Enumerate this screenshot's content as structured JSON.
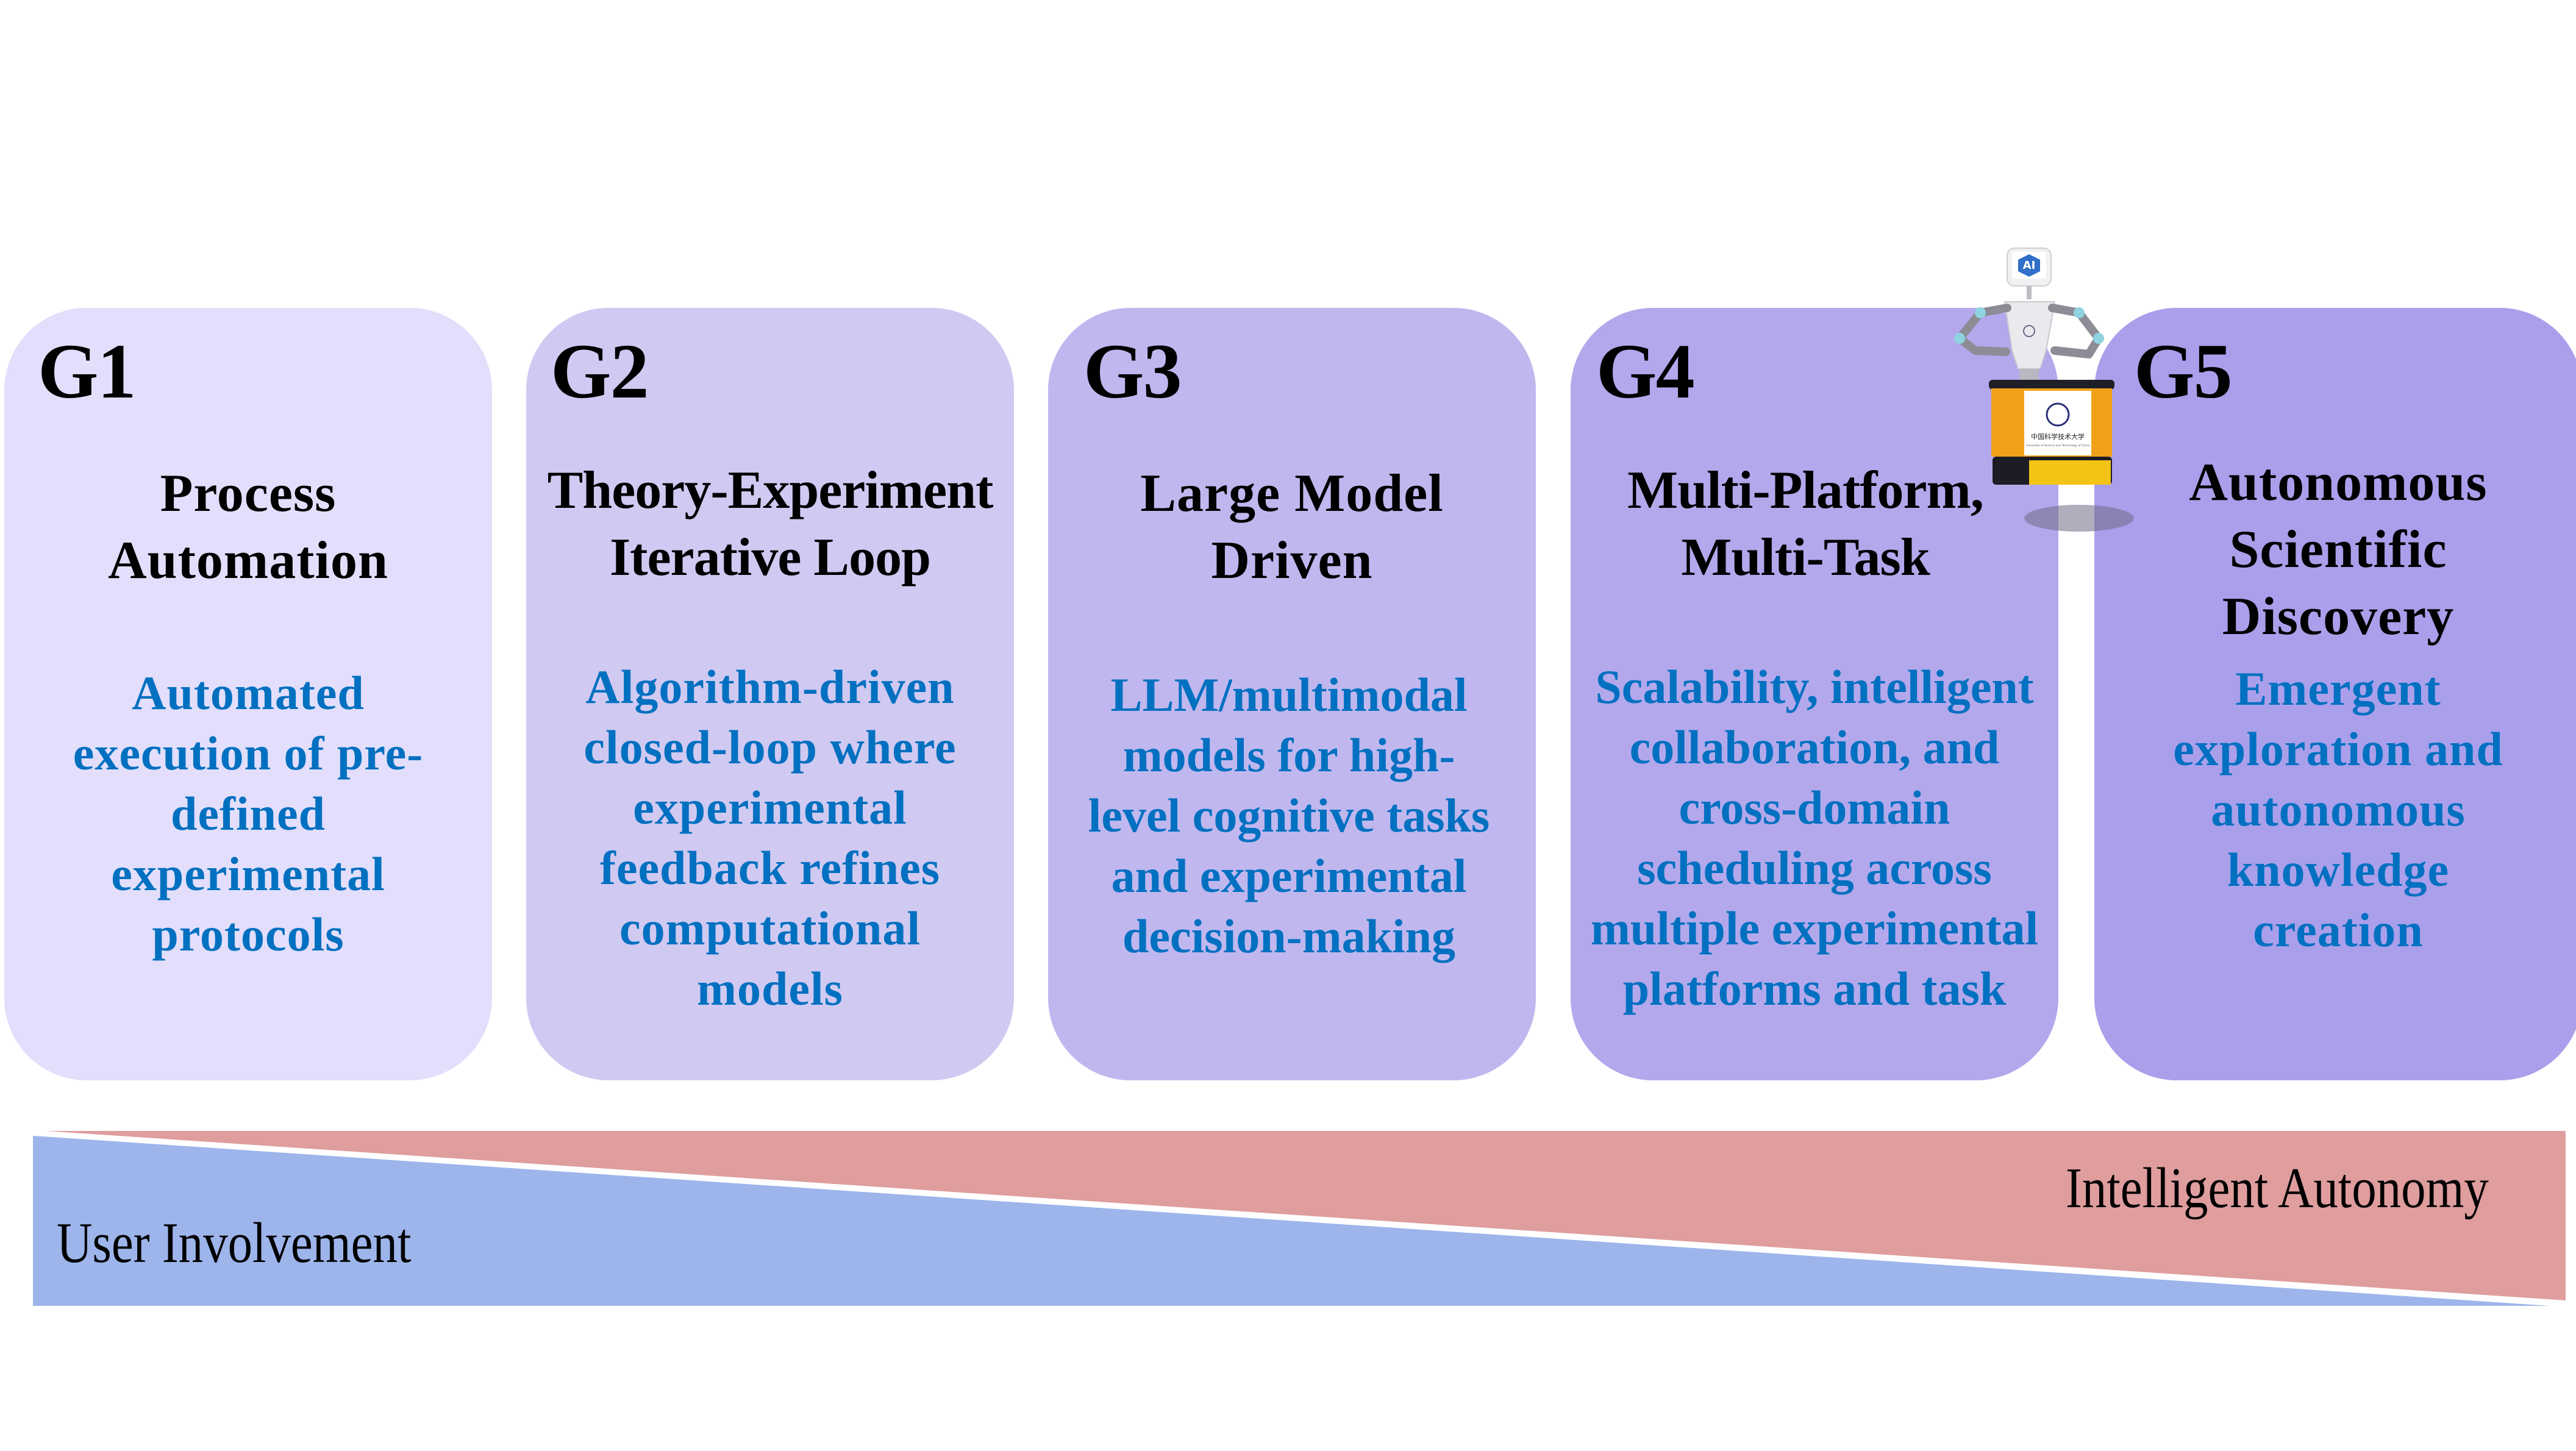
{
  "stages": [
    {
      "label": "G1",
      "title_lines": [
        "Process",
        "Automation"
      ],
      "description_lines": [
        "Automated",
        "execution of pre-",
        "defined",
        "experimental",
        "protocols"
      ],
      "color": "#E2DEFB"
    },
    {
      "label": "G2",
      "title_lines": [
        "Theory-Experiment",
        "Iterative Loop"
      ],
      "description_lines": [
        "Algorithm-driven",
        "closed-loop where",
        "experimental",
        "feedback refines",
        "computational",
        "models"
      ],
      "color": "#D0C9F2"
    },
    {
      "label": "G3",
      "title_lines": [
        "Large Model",
        "Driven"
      ],
      "description_lines": [
        "LLM/multimodal",
        "models for high-",
        "level cognitive tasks",
        "and experimental",
        "decision-making"
      ],
      "color": "#C0B7EF"
    },
    {
      "label": "G4",
      "title_lines": [
        "Multi-Platform,",
        "Multi-Task"
      ],
      "description_lines": [
        "Scalability, intelligent",
        "collaboration, and",
        "cross-domain",
        "scheduling across",
        "multiple experimental",
        "platforms and task"
      ],
      "color": "#B3A8EC"
    },
    {
      "label": "G5",
      "title_lines": [
        "Autonomous",
        "Scientific",
        "Discovery"
      ],
      "description_lines": [
        "Emergent",
        "exploration and",
        "autonomous",
        "knowledge",
        "creation"
      ],
      "color": "#AA9FEB"
    }
  ],
  "colors": {
    "title_text": "#000000",
    "description_text": "#0070C0",
    "user_involvement": "#9DB5EB",
    "intelligent_autonomy": "#DF9D9E"
  },
  "trend": {
    "left_label": "User Involvement",
    "right_label": "Intelligent Autonomy"
  },
  "robot": {
    "screen_text": "AI",
    "cn_name": "中国科学技术大学",
    "en_name": "University of Science and Technology of China"
  }
}
